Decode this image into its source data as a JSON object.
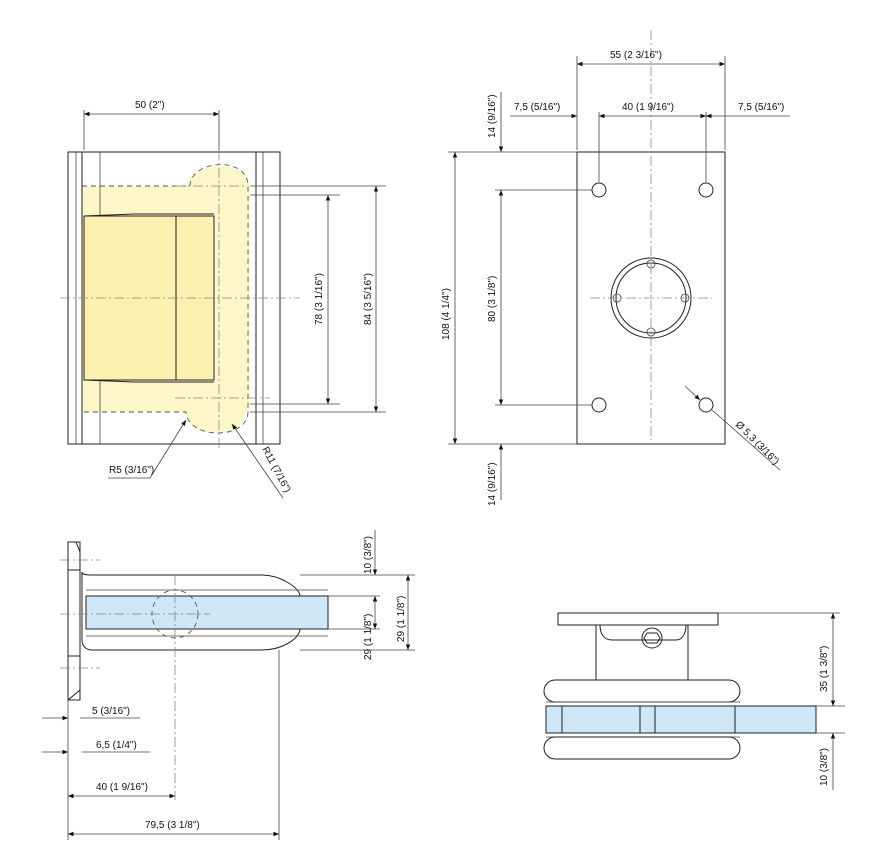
{
  "dims": {
    "front_width": "50 (2\")",
    "front_h78": "78 (3 1/16\")",
    "front_h84": "84 (3 5/16\")",
    "r5": "R5 (3/16\")",
    "r11": "R11 (7/16\")",
    "plate_w55": "55 (2 3/16\")",
    "plate_hole40": "40 (1 9/16\")",
    "plate_edge_left": "7,5 (5/16\")",
    "plate_edge_right": "7,5 (5/16\")",
    "plate_top14": "14 (9/16\")",
    "plate_h108": "108 (4 1/4\")",
    "plate_h80": "80 (3 1/8\")",
    "plate_bottom14": "14 (9/16\")",
    "hole_dia": "Ø 5,3 (3/16\")",
    "top_10": "10 (3/8\")",
    "top_29": "29 (1 1/8\")",
    "top_5": "5 (3/16\")",
    "top_65": "6,5 (1/4\")",
    "top_40": "40 (1  9/16\")",
    "top_795": "79,5 (3  1/8\")",
    "side_35": "35 (1 3/8\")",
    "side_10": "10 (3/8\")"
  }
}
